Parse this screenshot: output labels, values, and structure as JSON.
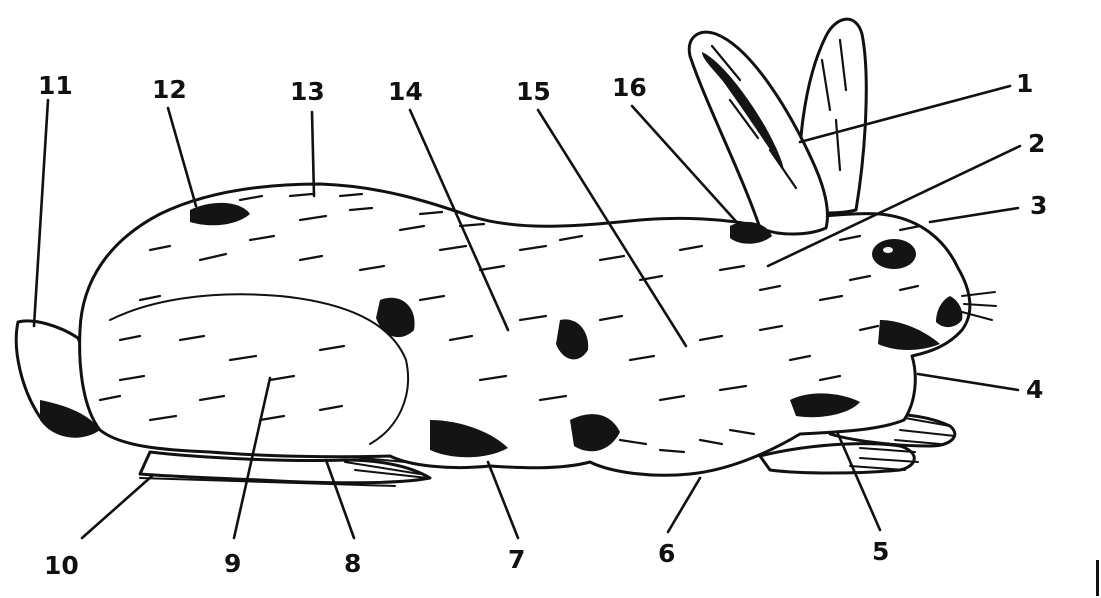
{
  "diagram": {
    "subject": "rabbit",
    "labels": [
      "1",
      "2",
      "3",
      "4",
      "5",
      "6",
      "7",
      "8",
      "9",
      "10",
      "11",
      "12",
      "13",
      "14",
      "15",
      "16"
    ]
  },
  "colors": {
    "ink": "#111111",
    "paper": "#ffffff"
  }
}
